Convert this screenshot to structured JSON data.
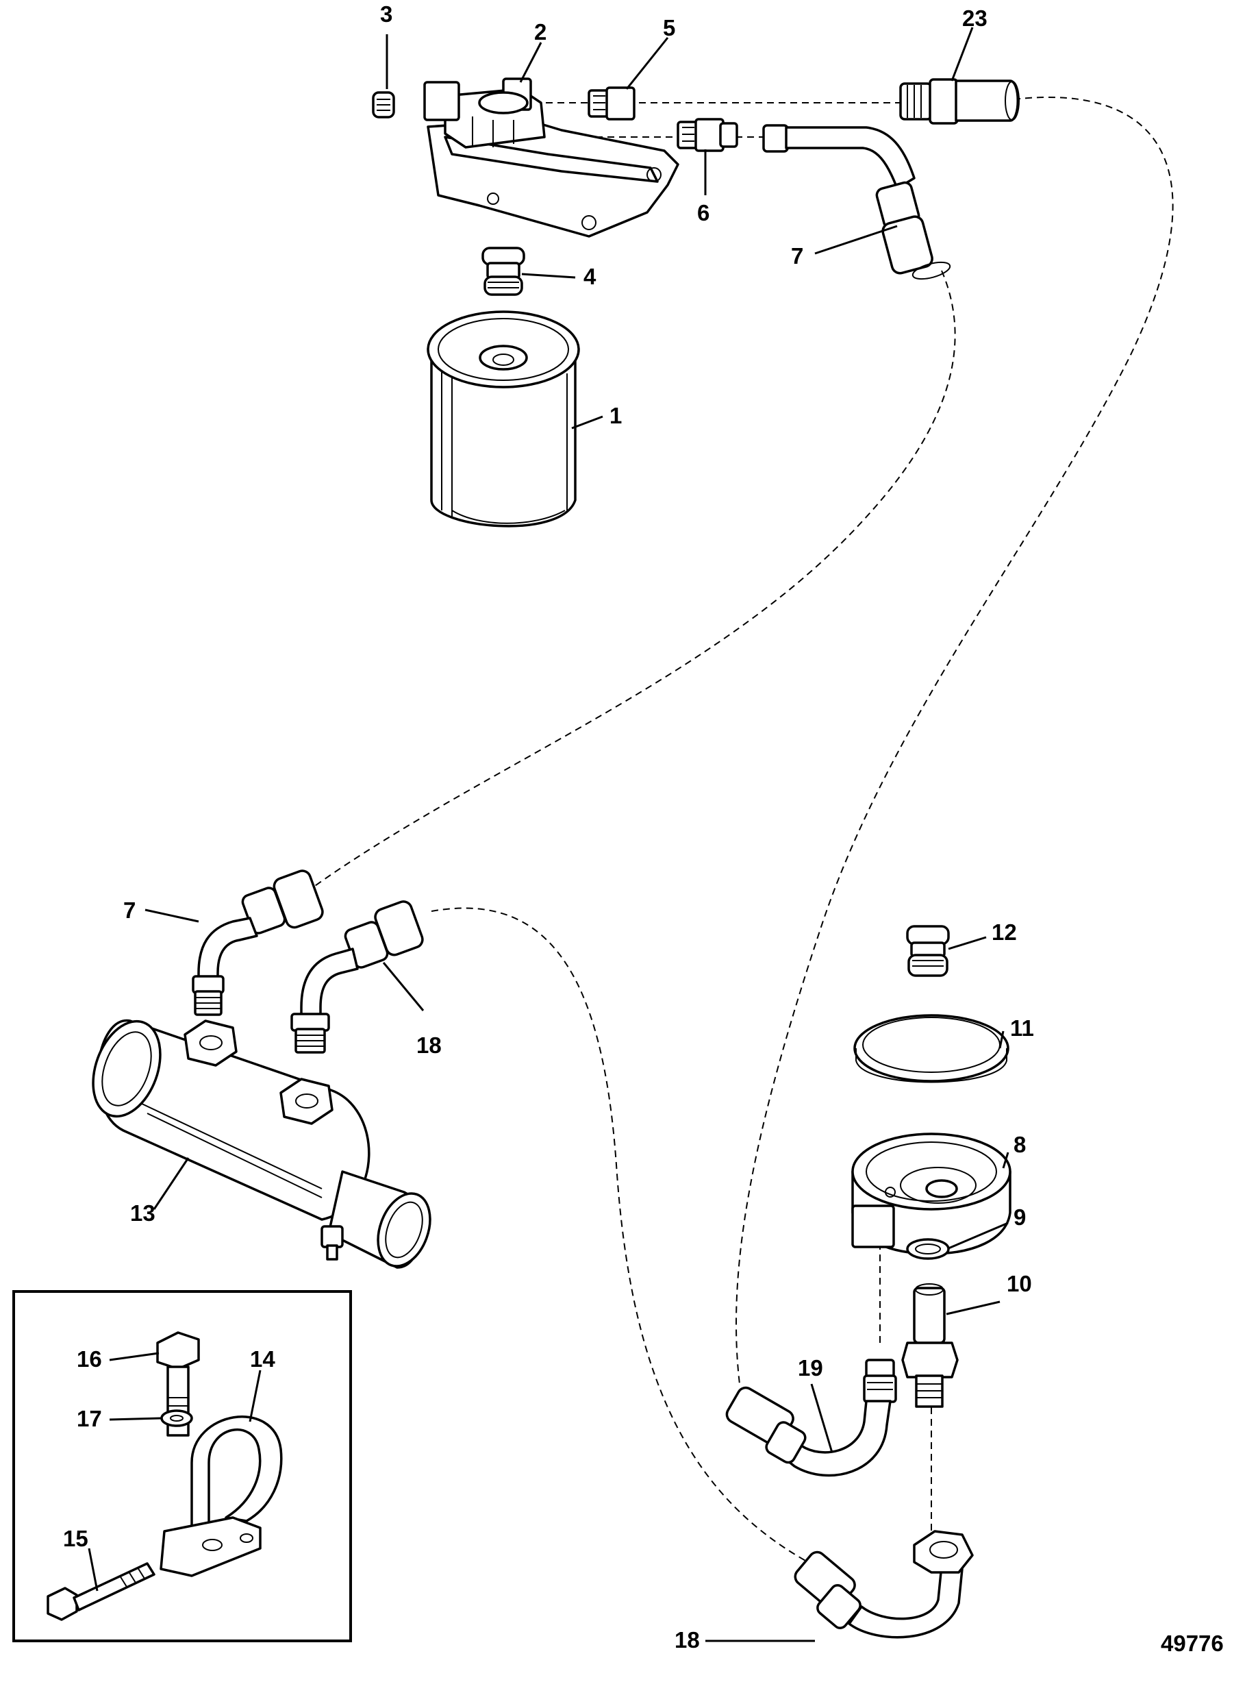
{
  "diagram": {
    "figure_number": "49776",
    "callouts": {
      "c1": "1",
      "c2": "2",
      "c3": "3",
      "c4": "4",
      "c5": "5",
      "c6": "6",
      "c7a": "7",
      "c7b": "7",
      "c8": "8",
      "c9": "9",
      "c10": "10",
      "c11": "11",
      "c12": "12",
      "c13": "13",
      "c14": "14",
      "c15": "15",
      "c16": "16",
      "c17": "17",
      "c18a": "18",
      "c18b": "18",
      "c19": "19",
      "c23": "23"
    }
  }
}
